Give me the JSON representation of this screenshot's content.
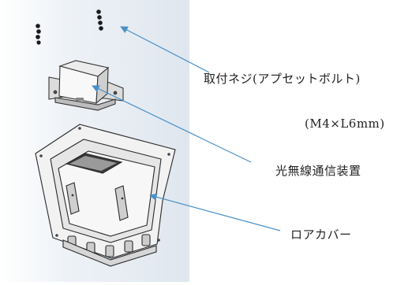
{
  "labels": {
    "screw": "取付ネジ(アプセットボルト)",
    "screw_spec": "(M4×L6mm)",
    "device": "光無線通信装置",
    "lower_cover": "ロアカバー"
  },
  "colors": {
    "leader": "#4a90c8",
    "part_outline": "#333333",
    "background_shade": "#e8edf3"
  }
}
